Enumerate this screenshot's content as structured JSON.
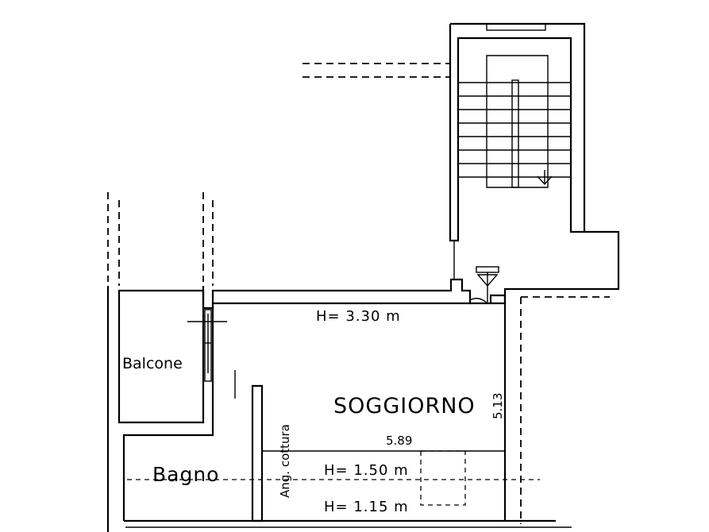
{
  "rooms": {
    "soggiorno": "SOGGIORNO",
    "balcone": "Balcone",
    "bagno": "Bagno",
    "angolo_cottura": "Ang. cottura"
  },
  "heights": {
    "soggiorno": "H= 3.30 m",
    "attic_high": "H= 1.50 m",
    "attic_low": "H= 1.15 m"
  },
  "dimensions": {
    "width": "5.89",
    "depth": "5.13"
  },
  "icons": {
    "stair_arrow": "stair-down-arrow-icon",
    "entrance": "entrance-marker-icon"
  }
}
